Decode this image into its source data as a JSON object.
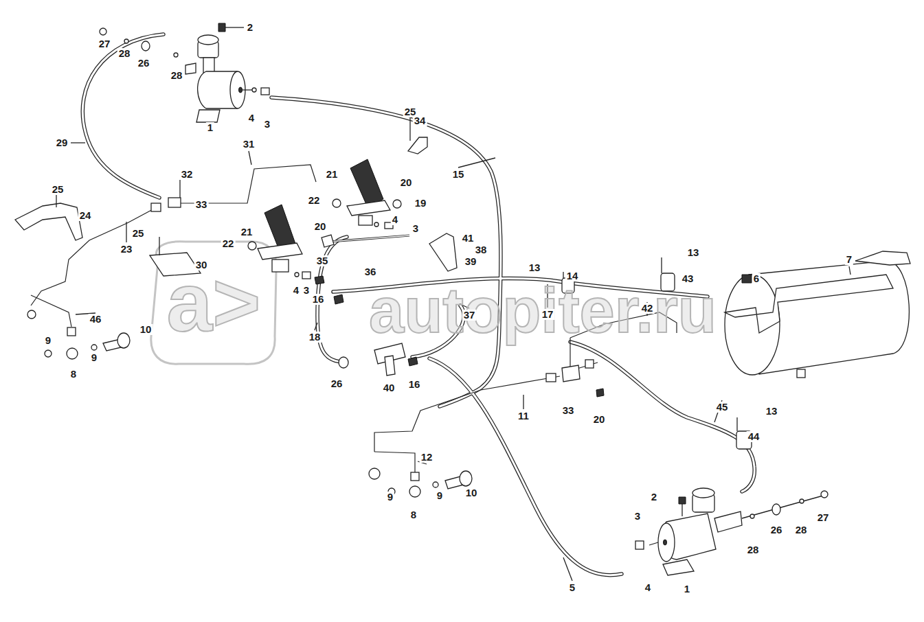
{
  "diagram": {
    "labels": [
      "27",
      "28",
      "26",
      "28",
      "2",
      "1",
      "4",
      "3",
      "29",
      "25",
      "34",
      "15",
      "31",
      "32",
      "21",
      "20",
      "25",
      "33",
      "22",
      "19",
      "24",
      "4",
      "3",
      "21",
      "20",
      "25",
      "41",
      "22",
      "23",
      "38",
      "13",
      "7",
      "35",
      "39",
      "30",
      "13",
      "36",
      "14",
      "43",
      "6",
      "4",
      "3",
      "16",
      "42",
      "37",
      "17",
      "46",
      "10",
      "18",
      "9",
      "9",
      "8",
      "26",
      "16",
      "40",
      "45",
      "33",
      "13",
      "11",
      "20",
      "44",
      "12",
      "10",
      "9",
      "2",
      "9",
      "8",
      "3",
      "27",
      "26",
      "28",
      "28",
      "5",
      "4",
      "1",
      "a>",
      "autopiter.ru"
    ]
  }
}
